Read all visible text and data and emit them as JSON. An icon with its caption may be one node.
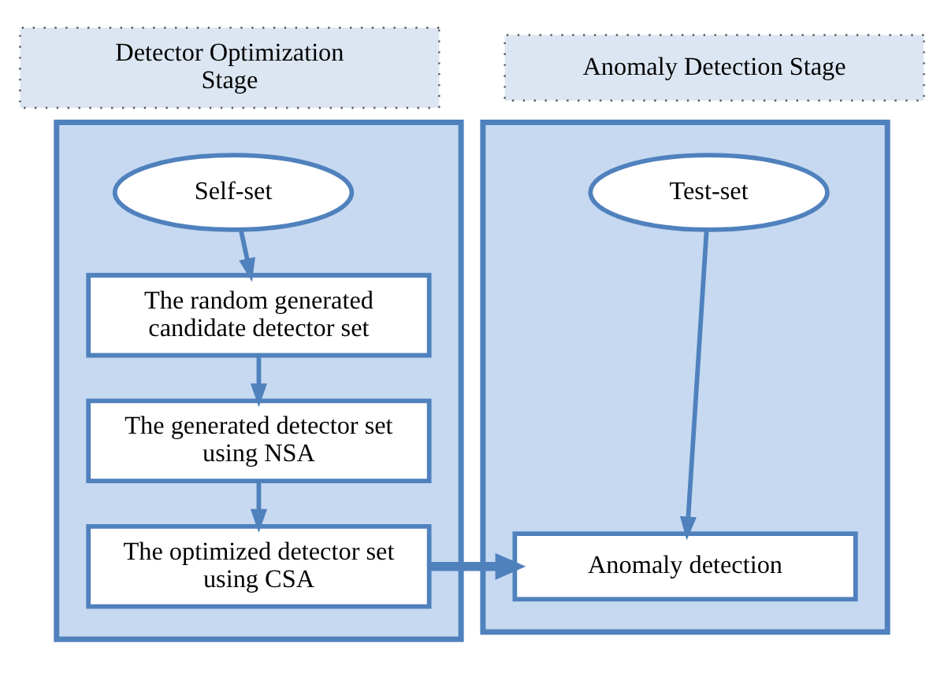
{
  "diagram": {
    "nodes": [
      {
        "text": [
          "Detector Optimization Stage"
        ]
      },
      {
        "text": [
          "Anomaly Detection Stage"
        ]
      },
      {
        "text": [],
        "shape": "box"
      },
      {
        "text": [
          "Self-set"
        ],
        "in": 2
      },
      {
        "text": [
          "The random generated candidate detector set"
        ],
        "in": 2
      },
      {
        "text": [
          "The generated detector set using NSA"
        ],
        "in": 2
      },
      {
        "text": [
          "The optimized detector set using CSA"
        ],
        "in": 2
      },
      {
        "text": [],
        "shape": "box"
      },
      {
        "text": [
          "Test-set"
        ],
        "in": 7
      },
      {
        "text": [
          "Anomaly detection"
        ],
        "in": 7
      }
    ],
    "edges": [
      {
        "from": 3,
        "to": 4,
        "arrow": "to"
      },
      {
        "from": 4,
        "to": 5,
        "arrow": "to"
      },
      {
        "from": 5,
        "to": 6,
        "arrow": "to"
      },
      {
        "from": 8,
        "to": 9,
        "arrow": "to"
      },
      {
        "from": 6,
        "to": 9,
        "arrow": "to",
        "style": "thick"
      }
    ]
  }
}
